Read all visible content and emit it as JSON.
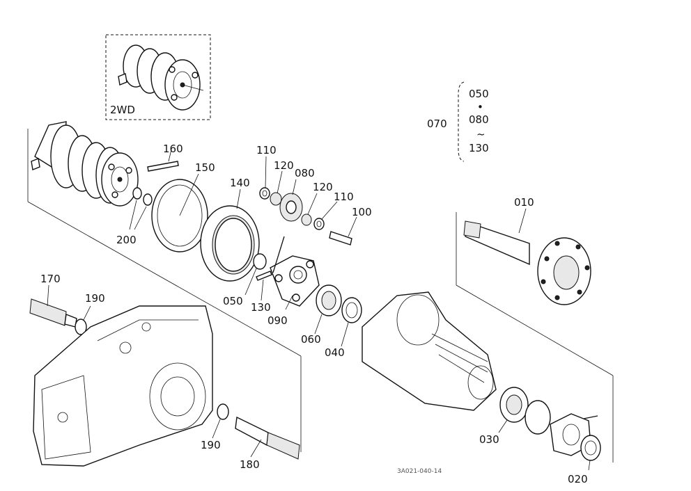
{
  "diagram": {
    "inset_label": "2WD",
    "drawing_code": "3A021-040-14",
    "kit": {
      "ref": "070",
      "items": [
        "050",
        "080",
        "130"
      ],
      "dot": "•",
      "tilde": "~"
    },
    "callouts": {
      "p010": "010",
      "p020": "020",
      "p030": "030",
      "p040": "040",
      "p050": "050",
      "p060": "060",
      "p080": "080",
      "p090": "090",
      "p100": "100",
      "p110a": "110",
      "p110b": "110",
      "p120a": "120",
      "p120b": "120",
      "p130": "130",
      "p140": "140",
      "p150": "150",
      "p160": "160",
      "p170": "170",
      "p180": "180",
      "p190a": "190",
      "p190b": "190",
      "p200": "200"
    }
  }
}
